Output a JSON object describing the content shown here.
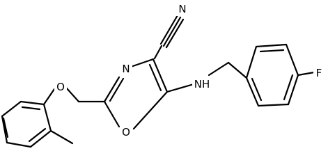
{
  "diagram": {
    "kind": "chemical-structure",
    "atoms": {
      "N_nitrile": "N",
      "N_ring": "N",
      "O_ring": "O",
      "O_ether": "O",
      "NH_amine": "NH",
      "F": "F"
    },
    "colors": {
      "bond": "#000000",
      "label": "#000000",
      "background": "#ffffff"
    }
  }
}
